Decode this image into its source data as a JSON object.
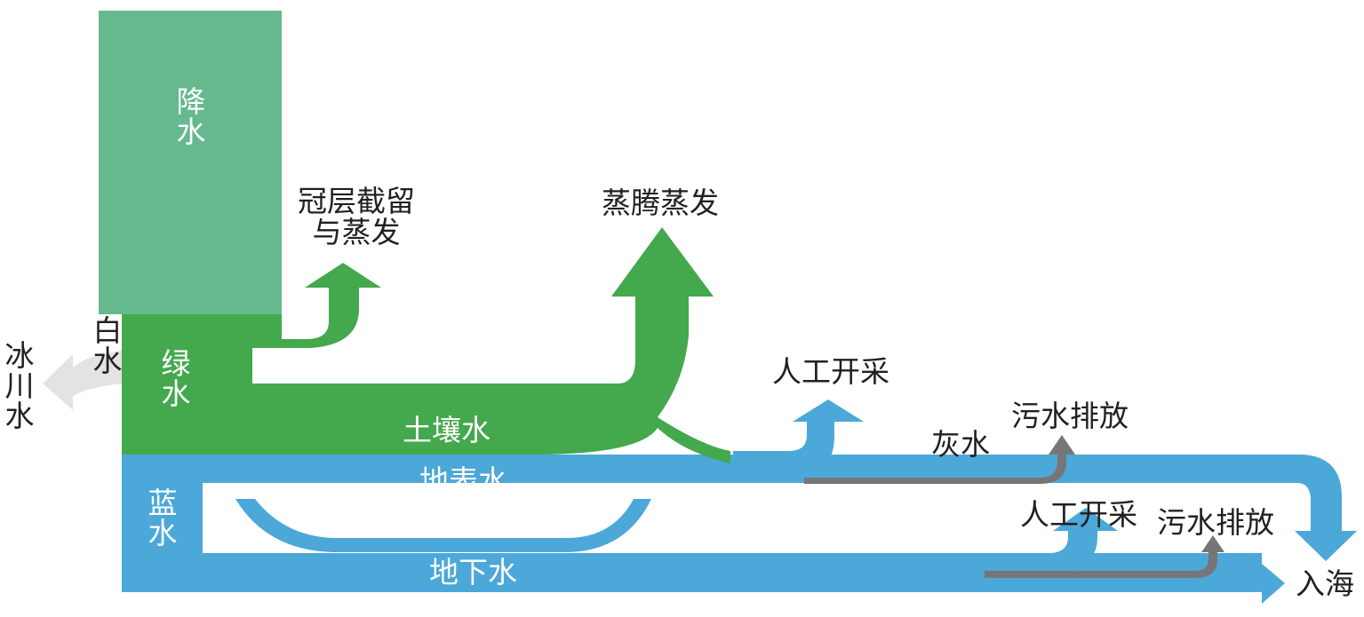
{
  "labels": {
    "precipitation": "降水",
    "green_water": "绿水",
    "blue_water": "蓝水",
    "white_water": "白水",
    "glacier_water": "冰川水",
    "canopy_line1": "冠层截留",
    "canopy_line2": "与蒸发",
    "evapotranspiration": "蒸腾蒸发",
    "soil_water": "土壤水",
    "surface_water": "地表水",
    "groundwater": "地下水",
    "abstraction_surface": "人工开采",
    "abstraction_ground": "人工开采",
    "grey_water": "灰水",
    "sewage_discharge_1": "污水排放",
    "sewage_discharge_2": "污水排放",
    "to_sea": "入海"
  },
  "colors": {
    "precipitation": "#66b88e",
    "green": "#44a84d",
    "blue": "#4ba8d8",
    "grey": "#787577",
    "white_flow": "#e3e3e3",
    "text_dark": "#231f20",
    "text_light": "#ffffff"
  }
}
